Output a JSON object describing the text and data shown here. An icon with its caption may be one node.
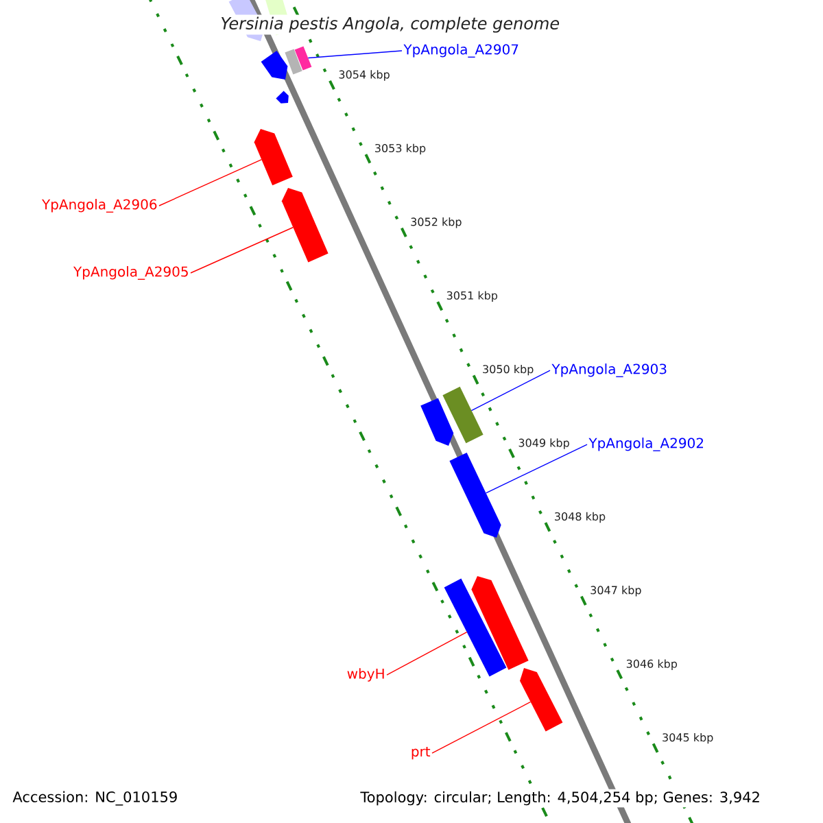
{
  "diagram": {
    "title": "Yersinia pestis Angola, complete genome",
    "nodes": [
      {
        "text": [
          "YpAngola_A2907"
        ]
      },
      {
        "text": [],
        "shape": "bar"
      },
      {
        "text": [
          "YpAngola_A2906"
        ]
      },
      {
        "text": [],
        "shape": "bar"
      },
      {
        "text": [
          "YpAngola_A2905"
        ]
      },
      {
        "text": [],
        "shape": "bar"
      },
      {
        "text": [
          "YpAngola_A2903"
        ]
      },
      {
        "text": [],
        "shape": "bar"
      },
      {
        "text": [
          "YpAngola_A2902"
        ]
      },
      {
        "text": [],
        "shape": "bar"
      },
      {
        "text": [
          "wbyH"
        ]
      },
      {
        "text": [],
        "shape": "bar"
      },
      {
        "text": [
          "prt"
        ]
      },
      {
        "text": [],
        "shape": "bar"
      }
    ],
    "edges": [
      {
        "from": 0,
        "to": 1,
        "arrow": "none",
        "color": "#0000ff"
      },
      {
        "from": 2,
        "to": 3,
        "arrow": "none",
        "color": "#ff0000"
      },
      {
        "from": 4,
        "to": 5,
        "arrow": "none",
        "color": "#ff0000"
      },
      {
        "from": 6,
        "to": 7,
        "arrow": "none",
        "color": "#0000ff"
      },
      {
        "from": 8,
        "to": 9,
        "arrow": "none",
        "color": "#0000ff"
      },
      {
        "from": 10,
        "to": 11,
        "arrow": "none",
        "color": "#ff0000"
      },
      {
        "from": 12,
        "to": 13,
        "arrow": "none",
        "color": "#ff0000"
      }
    ],
    "labels": [
      "3054 kbp",
      "3053 kbp",
      "3052 kbp",
      "3051 kbp",
      "3050 kbp",
      "3049 kbp",
      "3048 kbp",
      "3047 kbp",
      "3046 kbp",
      "3045 kbp",
      "Accession: NC_010159",
      "Topology: circular; Length: 4,504,254 bp; Genes: 3,942"
    ]
  }
}
